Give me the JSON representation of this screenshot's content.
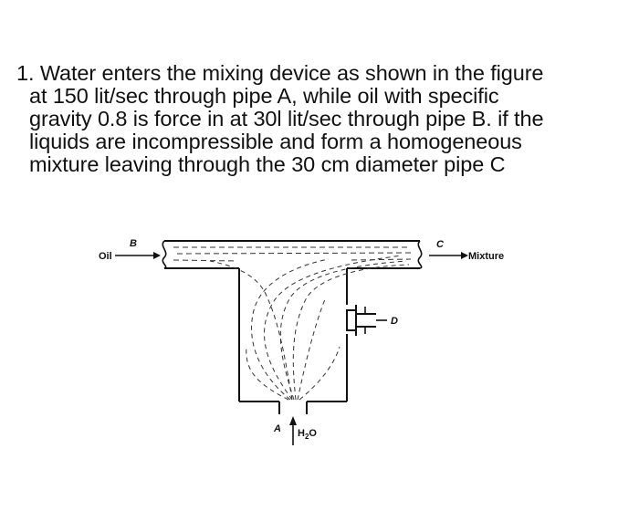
{
  "problem": {
    "lines": [
      "1. Water enters the mixing device as shown in the figure",
      "at 150 lit/sec through pipe A, while oil with specific",
      "gravity 0.8 is force in at 30l lit/sec through pipe B. if the",
      "liquids are incompressible and form a homogeneous",
      "mixture leaving through the 30 cm diameter pipe C"
    ]
  },
  "figure": {
    "labels": {
      "oil": "Oil",
      "pipe_b": "B",
      "pipe_c": "C",
      "mixture": "Mixture",
      "pipe_d": "D",
      "pipe_a": "A",
      "water_h": "H",
      "water_sub": "2",
      "water_o": "O"
    }
  }
}
